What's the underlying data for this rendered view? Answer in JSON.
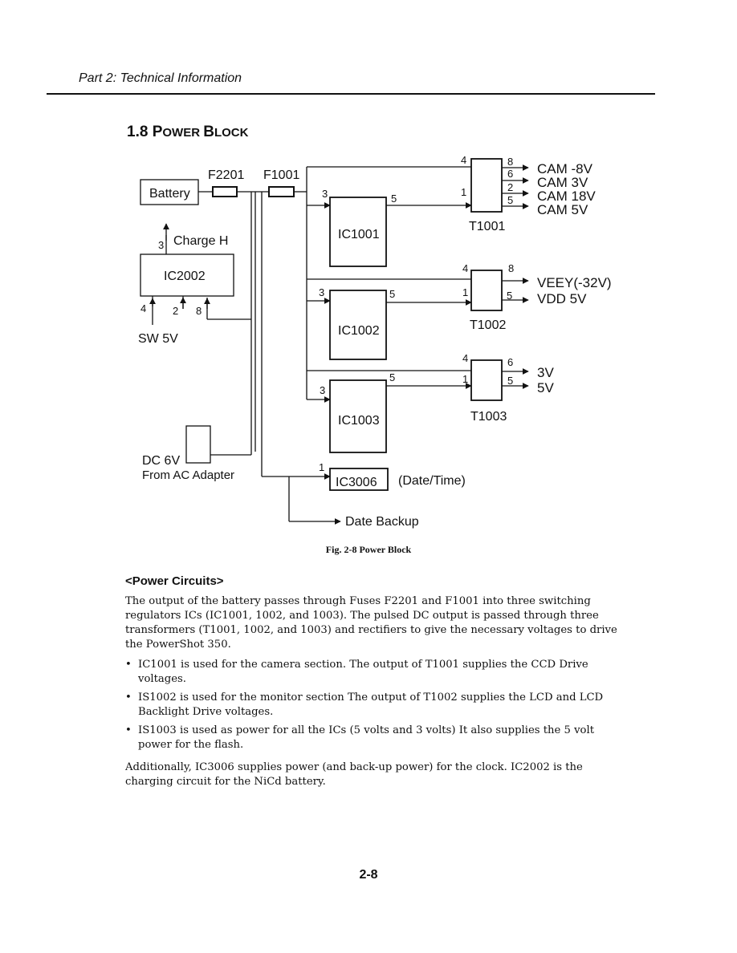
{
  "header": {
    "part": "Part 2: Technical Information"
  },
  "section": {
    "number": "1.8 ",
    "title_cap1": "P",
    "title_rest1": "OWER ",
    "title_cap2": "B",
    "title_rest2": "LOCK"
  },
  "diagram": {
    "battery": "Battery",
    "fuse1": "F2201",
    "fuse2": "F1001",
    "charge_h": "Charge H",
    "pin_charge": "3",
    "ic2002": "IC2002",
    "ic2002_pins": [
      "4",
      "2",
      "8"
    ],
    "sw5v": "SW 5V",
    "dc6v": "DC 6V",
    "from_ac": "From AC Adapter",
    "ic1001": "IC1001",
    "ic1002": "IC1002",
    "ic1003": "IC1003",
    "ic3006": "IC3006",
    "date_time": "(Date/Time)",
    "date_backup": "Date Backup",
    "ic_pin_in": "3",
    "ic_pin_out": "5",
    "ic3006_pin": "1",
    "t1001": "T1001",
    "t1002": "T1002",
    "t1003": "T1003",
    "t1001_pins": {
      "in_top": "4",
      "in_bottom": "1",
      "out": [
        "8",
        "6",
        "2",
        "5"
      ]
    },
    "t1002_pins": {
      "in_top": "4",
      "in_bottom": "1",
      "out": [
        "8",
        "5"
      ]
    },
    "t1003_pins": {
      "in_top": "4",
      "in_bottom": "1",
      "out": [
        "6",
        "5"
      ]
    },
    "t1001_outputs": [
      "CAM -8V",
      "CAM 3V",
      "CAM 18V",
      "CAM 5V"
    ],
    "t1002_outputs": [
      "VEEY(-32V)",
      "VDD 5V"
    ],
    "t1003_outputs": [
      "3V",
      "5V"
    ]
  },
  "caption": "Fig. 2-8 Power Block",
  "subheading": "<Power Circuits>",
  "paragraph1": "The output of the battery passes through Fuses F2201 and F1001 into three switching regulators ICs (IC1001, 1002, and 1003). The pulsed DC output is passed through three transformers (T1001, 1002, and 1003) and rectifiers to give the necessary voltages to drive the PowerShot 350.",
  "bullets": [
    "IC1001 is used for the camera section. The output of T1001 supplies the CCD Drive voltages.",
    "IS1002 is used for the monitor section The output of T1002 supplies the LCD and LCD Backlight Drive voltages.",
    "IS1003 is used as power for all the ICs (5 volts and 3 volts) It also supplies the 5 volt power for the flash."
  ],
  "paragraph2": "Additionally, IC3006 supplies power (and back-up power) for the clock. IC2002 is the charging circuit for the NiCd battery.",
  "page_number": "2-8"
}
